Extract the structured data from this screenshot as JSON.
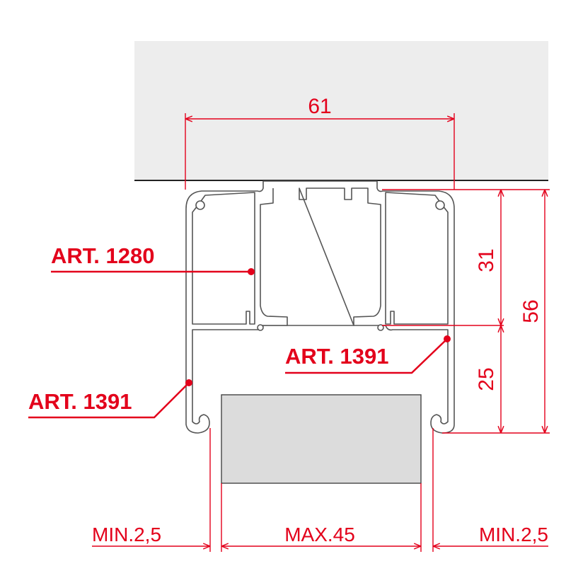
{
  "colors": {
    "accent": "#e3001b",
    "ceiling": "#ededed",
    "glass": "#dcdcdc",
    "profile_line": "#555555"
  },
  "dimensions": {
    "top_width": "61",
    "upper_height": "31",
    "total_height": "56",
    "lower_height": "25",
    "left_gap": "MIN.2,5",
    "glass_thickness": "MAX.45",
    "right_gap": "MIN.2,5"
  },
  "labels": {
    "art_1280": "ART. 1280",
    "art_1391_right": "ART. 1391",
    "art_1391_left": "ART. 1391"
  }
}
